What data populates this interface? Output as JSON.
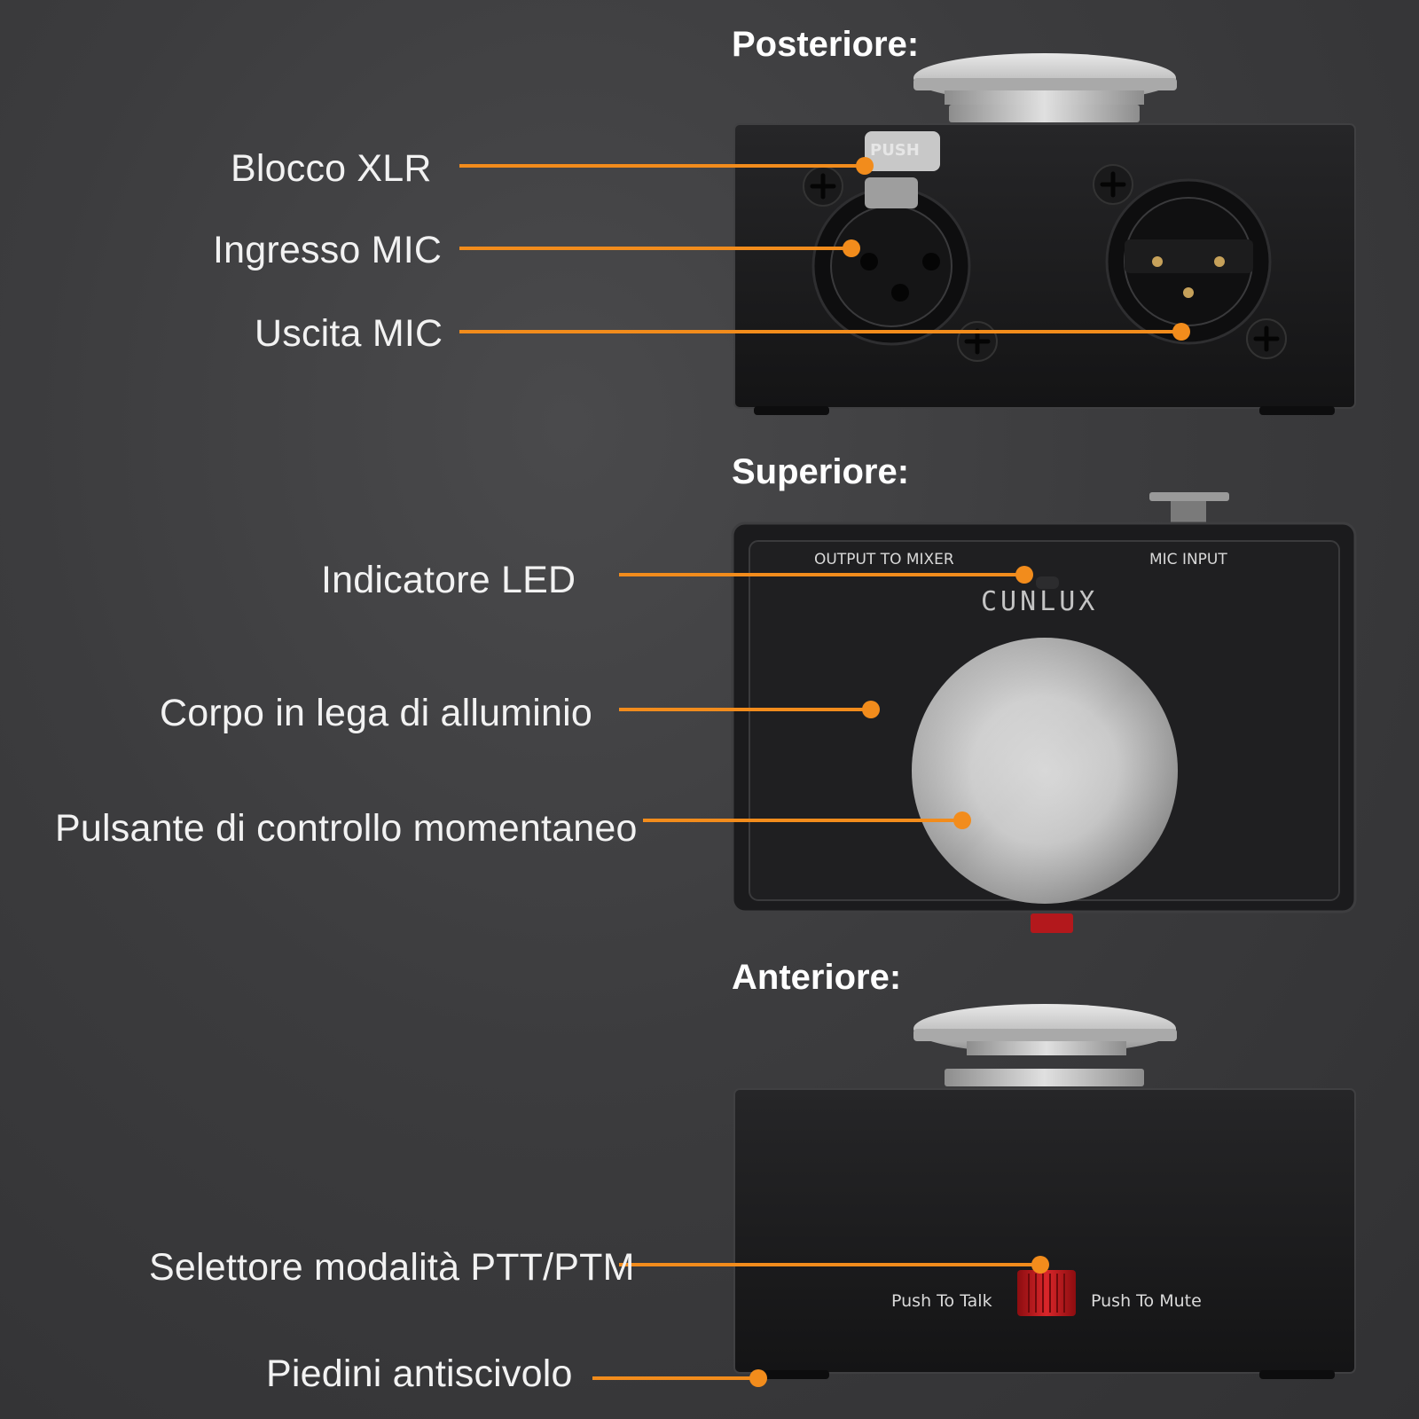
{
  "sections": {
    "rear": "Posteriore:",
    "top": "Superiore:",
    "front": "Anteriore:"
  },
  "callouts": {
    "xlr_lock": "Blocco XLR",
    "mic_input": "Ingresso MIC",
    "mic_output": "Uscita MIC",
    "led_indicator": "Indicatore LED",
    "aluminum_body": "Corpo in lega di alluminio",
    "momentary_button": "Pulsante di controllo momentaneo",
    "mode_selector": "Selettore modalità PTT/PTM",
    "antislip_feet": "Piedini antiscivolo"
  },
  "device": {
    "push_tab": "PUSH",
    "output_label": "OUTPUT TO MIXER",
    "input_label": "MIC INPUT",
    "brand": "CUNLUX",
    "push_to_talk": "Push To Talk",
    "push_to_mute": "Push To Mute"
  },
  "colors": {
    "accent": "#f28c1c",
    "background": "#3a3a3c",
    "device_body": "#1c1c1e",
    "switch": "#c0181c"
  }
}
